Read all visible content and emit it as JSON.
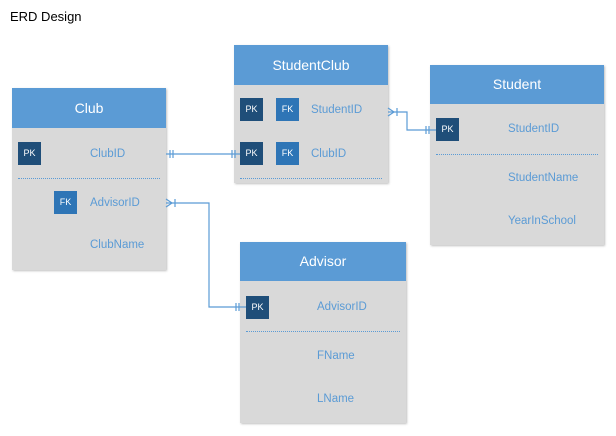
{
  "title": "ERD Design",
  "entities": {
    "club": {
      "name": "Club",
      "pk_label": "PK",
      "fk_label": "FK",
      "f1": "ClubID",
      "f2": "AdvisorID",
      "f3": "ClubName"
    },
    "studentclub": {
      "name": "StudentClub",
      "pk_label": "PK",
      "fk_label": "FK",
      "f1": "StudentID",
      "f2": "ClubID"
    },
    "student": {
      "name": "Student",
      "pk_label": "PK",
      "f1": "StudentID",
      "f2": "StudentName",
      "f3": "YearInSchool"
    },
    "advisor": {
      "name": "Advisor",
      "pk_label": "PK",
      "f1": "AdvisorID",
      "f2": "FName",
      "f3": "LName"
    }
  },
  "relationships": [
    {
      "from": "Club.ClubID",
      "to": "StudentClub.ClubID",
      "from_end": "one",
      "to_end": "one"
    },
    {
      "from": "StudentClub.StudentID",
      "to": "Student.StudentID",
      "from_end": "many",
      "to_end": "one"
    },
    {
      "from": "Club.AdvisorID",
      "to": "Advisor.AdvisorID",
      "from_end": "many",
      "to_end": "one"
    }
  ],
  "colors": {
    "header": "#5b9bd5",
    "body": "#d9d9d9",
    "pk": "#1f4e79",
    "fk": "#2e75b6",
    "line": "#5b9bd5"
  }
}
